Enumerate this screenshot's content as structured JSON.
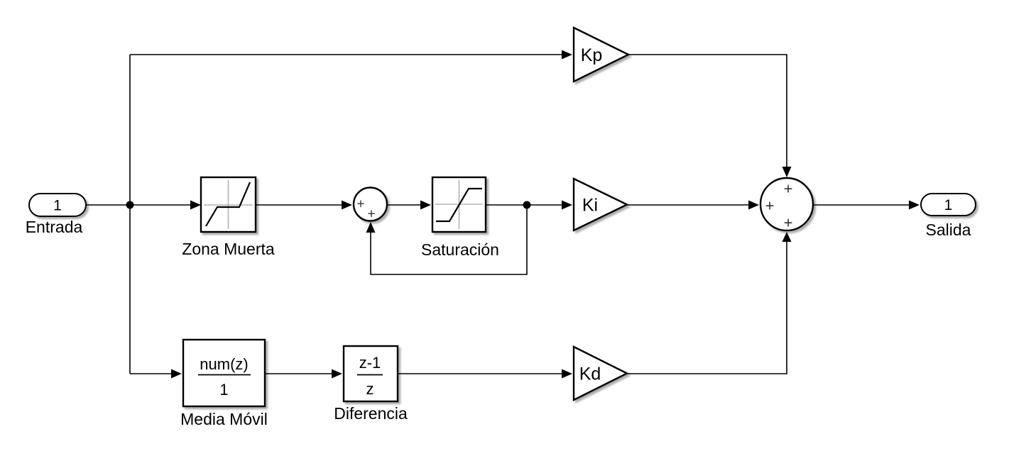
{
  "diagram": {
    "colors": {
      "background": "#ffffff",
      "line": "#000000",
      "block_fill": "#ffffff",
      "icon_axis_gray": "#b3b3b3"
    },
    "ports": {
      "input": {
        "number": "1",
        "label": "Entrada"
      },
      "output": {
        "number": "1",
        "label": "Salida"
      }
    },
    "blocks": {
      "dead_zone": {
        "label": "Zona Muerta",
        "icon": "dead-zone-curve-icon"
      },
      "saturation": {
        "label": "Saturación",
        "icon": "saturation-curve-icon"
      },
      "moving_average": {
        "label": "Media Móvil",
        "numerator": "num(z)",
        "denominator": "1"
      },
      "difference": {
        "label": "Diferencia",
        "numerator": "z-1",
        "denominator": "z"
      },
      "gain_kp": {
        "label": "Kp"
      },
      "gain_ki": {
        "label": "Ki"
      },
      "gain_kd": {
        "label": "Kd"
      }
    },
    "sums": {
      "inner": {
        "signs": [
          "+",
          "+"
        ]
      },
      "outer": {
        "signs": [
          "+",
          "+",
          "+"
        ]
      }
    }
  }
}
